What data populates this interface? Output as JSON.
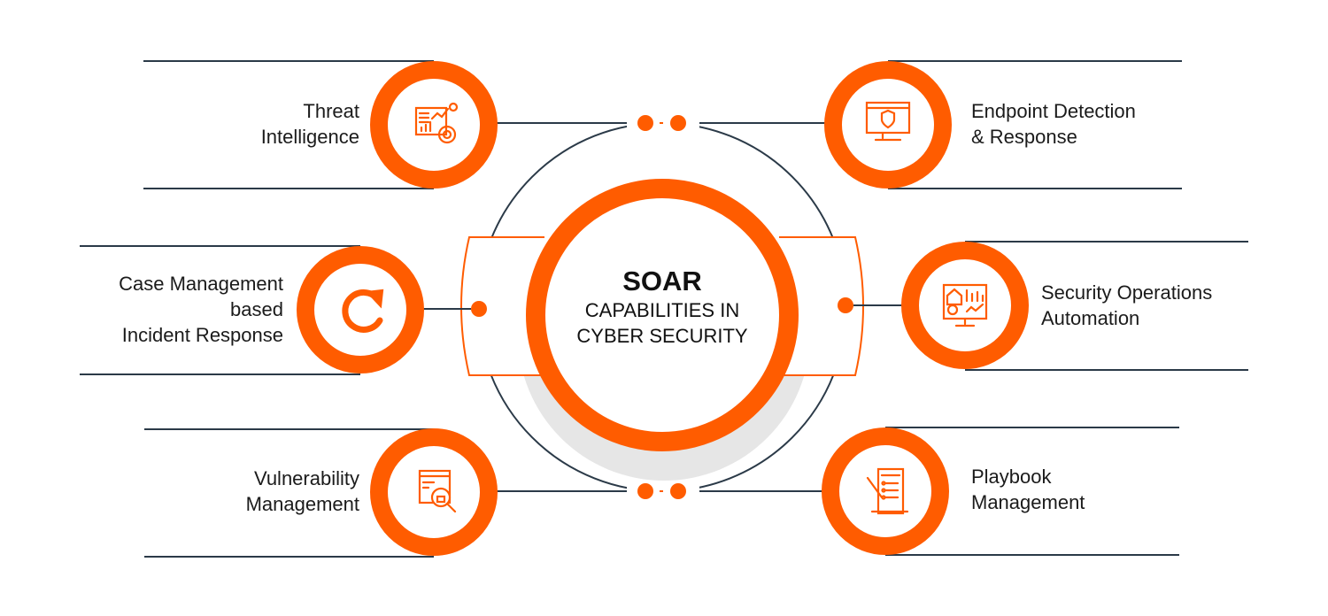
{
  "title": "SOAR",
  "subtitle_lines": [
    "CAPABILITIES IN",
    "CYBER SECURITY"
  ],
  "colors": {
    "accent": "#FF5C00",
    "line": "#2B3A48",
    "shadow": "#E6E6E6"
  },
  "capabilities": [
    {
      "lines": [
        "Threat",
        "Intelligence"
      ],
      "icon": "threat-dashboard-icon"
    },
    {
      "lines": [
        "Endpoint Detection",
        "& Response"
      ],
      "icon": "monitor-shield-icon"
    },
    {
      "lines": [
        "Case Management",
        "based",
        "Incident Response"
      ],
      "icon": "refresh-arrow-icon"
    },
    {
      "lines": [
        "Security Operations",
        "Automation"
      ],
      "icon": "monitor-analytics-icon"
    },
    {
      "lines": [
        "Vulnerability",
        "Management"
      ],
      "icon": "magnifier-lock-icon"
    },
    {
      "lines": [
        "Playbook",
        "Management"
      ],
      "icon": "checklist-pencil-icon"
    }
  ]
}
